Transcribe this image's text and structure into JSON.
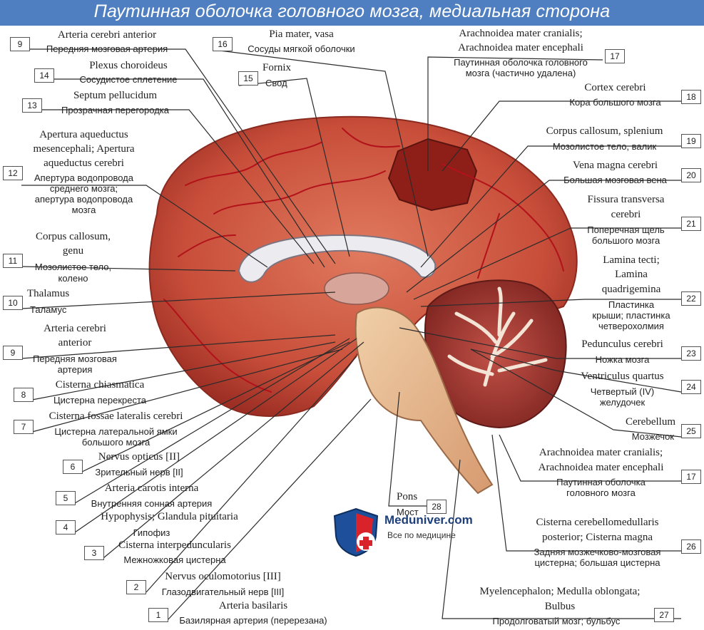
{
  "title": "Паутинная оболочка головного мозга, медиальная сторона",
  "labels": [
    {
      "id": "l9a",
      "num": "9",
      "lat": "Arteria cerebri anterior",
      "rus": "Передняя мозговая артерия"
    },
    {
      "id": "l14",
      "num": "14",
      "lat": "Plexus choroideus",
      "rus": "Сосудистое сплетение"
    },
    {
      "id": "l13",
      "num": "13",
      "lat": "Septum pellucidum",
      "rus": "Прозрачная перегородка"
    },
    {
      "id": "l12",
      "num": "12",
      "lat1": "Apertura aqueductus",
      "lat2": "mesencephali; Apertura",
      "lat3": "aqueductus cerebri",
      "rus1": "Апертура водопровода",
      "rus2": "среднего мозга;",
      "rus3": "апертура водопровода",
      "rus4": "мозга"
    },
    {
      "id": "l11",
      "num": "11",
      "lat1": "Corpus callosum,",
      "lat2": "genu",
      "rus1": "Мозолистое тело,",
      "rus2": "колено"
    },
    {
      "id": "l10",
      "num": "10",
      "lat": "Thalamus",
      "rus": "Таламус"
    },
    {
      "id": "l9b",
      "num": "9",
      "lat1": "Arteria cerebri",
      "lat2": "anterior",
      "rus1": "Передняя мозговая",
      "rus2": "артерия"
    },
    {
      "id": "l8",
      "num": "8",
      "lat": "Cisterna chiasmatica",
      "rus": "Цистерна перекреста"
    },
    {
      "id": "l7",
      "num": "7",
      "lat": "Cisterna fossae lateralis cerebri",
      "rus1": "Цистерна латеральной ямки",
      "rus2": "большого мозга"
    },
    {
      "id": "l6",
      "num": "6",
      "lat": "Nervus opticus [II]",
      "rus": "Зрительный нерв [II]"
    },
    {
      "id": "l5",
      "num": "5",
      "lat": "Arteria carotis interna",
      "rus": "Внутренняя сонная артерия"
    },
    {
      "id": "l4",
      "num": "4",
      "lat": "Hypophysis; Glandula pituitaria",
      "rus": "Гипофиз"
    },
    {
      "id": "l3",
      "num": "3",
      "lat": "Cisterna interpeduncularis",
      "rus": "Межножковая цистерна"
    },
    {
      "id": "l2",
      "num": "2",
      "lat": "Nervus oculomotorius [III]",
      "rus": "Глазодвигательный нерв [III]"
    },
    {
      "id": "l1",
      "num": "1",
      "lat": "Arteria basilaris",
      "rus": "Базилярная артерия (перерезана)"
    },
    {
      "id": "l16",
      "num": "16",
      "lat": "Pia mater, vasa",
      "rus": "Сосуды мягкой оболочки"
    },
    {
      "id": "l15",
      "num": "15",
      "lat": "Fornix",
      "rus": "Свод"
    },
    {
      "id": "l17a",
      "num": "17",
      "lat1": "Arachnoidea mater cranialis;",
      "lat2": "Arachnoidea mater encephali",
      "rus1": "Паутинная оболочка головного",
      "rus2": "мозга (частично удалена)"
    },
    {
      "id": "l18",
      "num": "18",
      "lat": "Cortex cerebri",
      "rus": "Кора большого мозга"
    },
    {
      "id": "l19",
      "num": "19",
      "lat": "Corpus callosum, splenium",
      "rus": "Мозолистое тело, валик"
    },
    {
      "id": "l20",
      "num": "20",
      "lat": "Vena magna cerebri",
      "rus": "Большая мозговая вена"
    },
    {
      "id": "l21",
      "num": "21",
      "lat1": "Fissura transversa",
      "lat2": "cerebri",
      "rus1": "Поперечная щель",
      "rus2": "большого мозга"
    },
    {
      "id": "l22",
      "num": "22",
      "lat1": "Lamina tecti;",
      "lat2": "Lamina",
      "lat3": "quadrigemina",
      "rus1": "Пластинка",
      "rus2": "крыши; пластинка",
      "rus3": "четверохолмия"
    },
    {
      "id": "l23",
      "num": "23",
      "lat": "Pedunculus cerebri",
      "rus": "Ножка мозга"
    },
    {
      "id": "l24",
      "num": "24",
      "lat": "Ventriculus quartus",
      "rus1": "Четвертый (IV)",
      "rus2": "желудочек"
    },
    {
      "id": "l25",
      "num": "25",
      "lat": "Cerebellum",
      "rus": "Мозжечок"
    },
    {
      "id": "l17b",
      "num": "17",
      "lat1": "Arachnoidea mater cranialis;",
      "lat2": "Arachnoidea mater encephali",
      "rus1": "Паутинная оболочка",
      "rus2": "головного мозга"
    },
    {
      "id": "l26",
      "num": "26",
      "lat1": "Cisterna cerebellomedullaris",
      "lat2": "posterior; Cisterna magna",
      "rus1": "Задняя мозжечково-мозговая",
      "rus2": "цистерна; большая цистерна"
    },
    {
      "id": "l27",
      "num": "27",
      "lat1": "Myelencephalon; Medulla oblongata;",
      "lat2": "Bulbus",
      "rus": "Продолговатый мозг; бульбус"
    },
    {
      "id": "l28",
      "num": "28",
      "lat": "Pons",
      "rus": "Мост"
    }
  ],
  "logo": {
    "site": "Meduniver.com",
    "tagline": "Все по медицине"
  },
  "colors": {
    "title_bar": "#4f7fc0",
    "brain": "#c8503c",
    "arachnoid": "#d98a6a",
    "vessels": "#b3121a",
    "ventricle": "#e8e8ea",
    "brainstem": "#e8bf95",
    "cerebellum": "#a83a34"
  }
}
